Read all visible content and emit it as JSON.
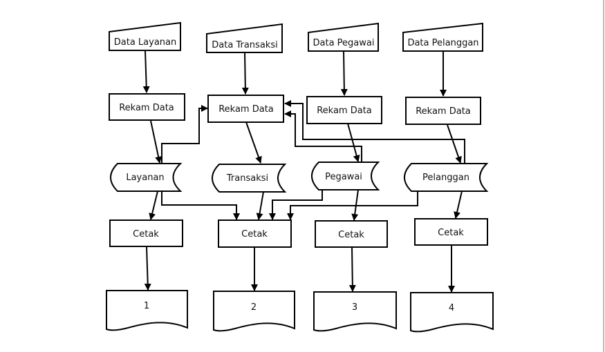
{
  "inputs": [
    {
      "label": "Data Layanan"
    },
    {
      "label": "Data Transaksi"
    },
    {
      "label": "Data Pegawai"
    },
    {
      "label": "Data Pelanggan"
    }
  ],
  "processes": [
    {
      "label": "Rekam Data"
    },
    {
      "label": "Rekam Data"
    },
    {
      "label": "Rekam Data"
    },
    {
      "label": "Rekam Data"
    }
  ],
  "storages": [
    {
      "label": "Layanan"
    },
    {
      "label": "Transaksi"
    },
    {
      "label": "Pegawai"
    },
    {
      "label": "Pelanggan"
    }
  ],
  "prints": [
    {
      "label": "Cetak"
    },
    {
      "label": "Cetak"
    },
    {
      "label": "Cetak"
    },
    {
      "label": "Cetak"
    }
  ],
  "documents": [
    {
      "label": "1"
    },
    {
      "label": "2"
    },
    {
      "label": "3"
    },
    {
      "label": "4"
    }
  ]
}
